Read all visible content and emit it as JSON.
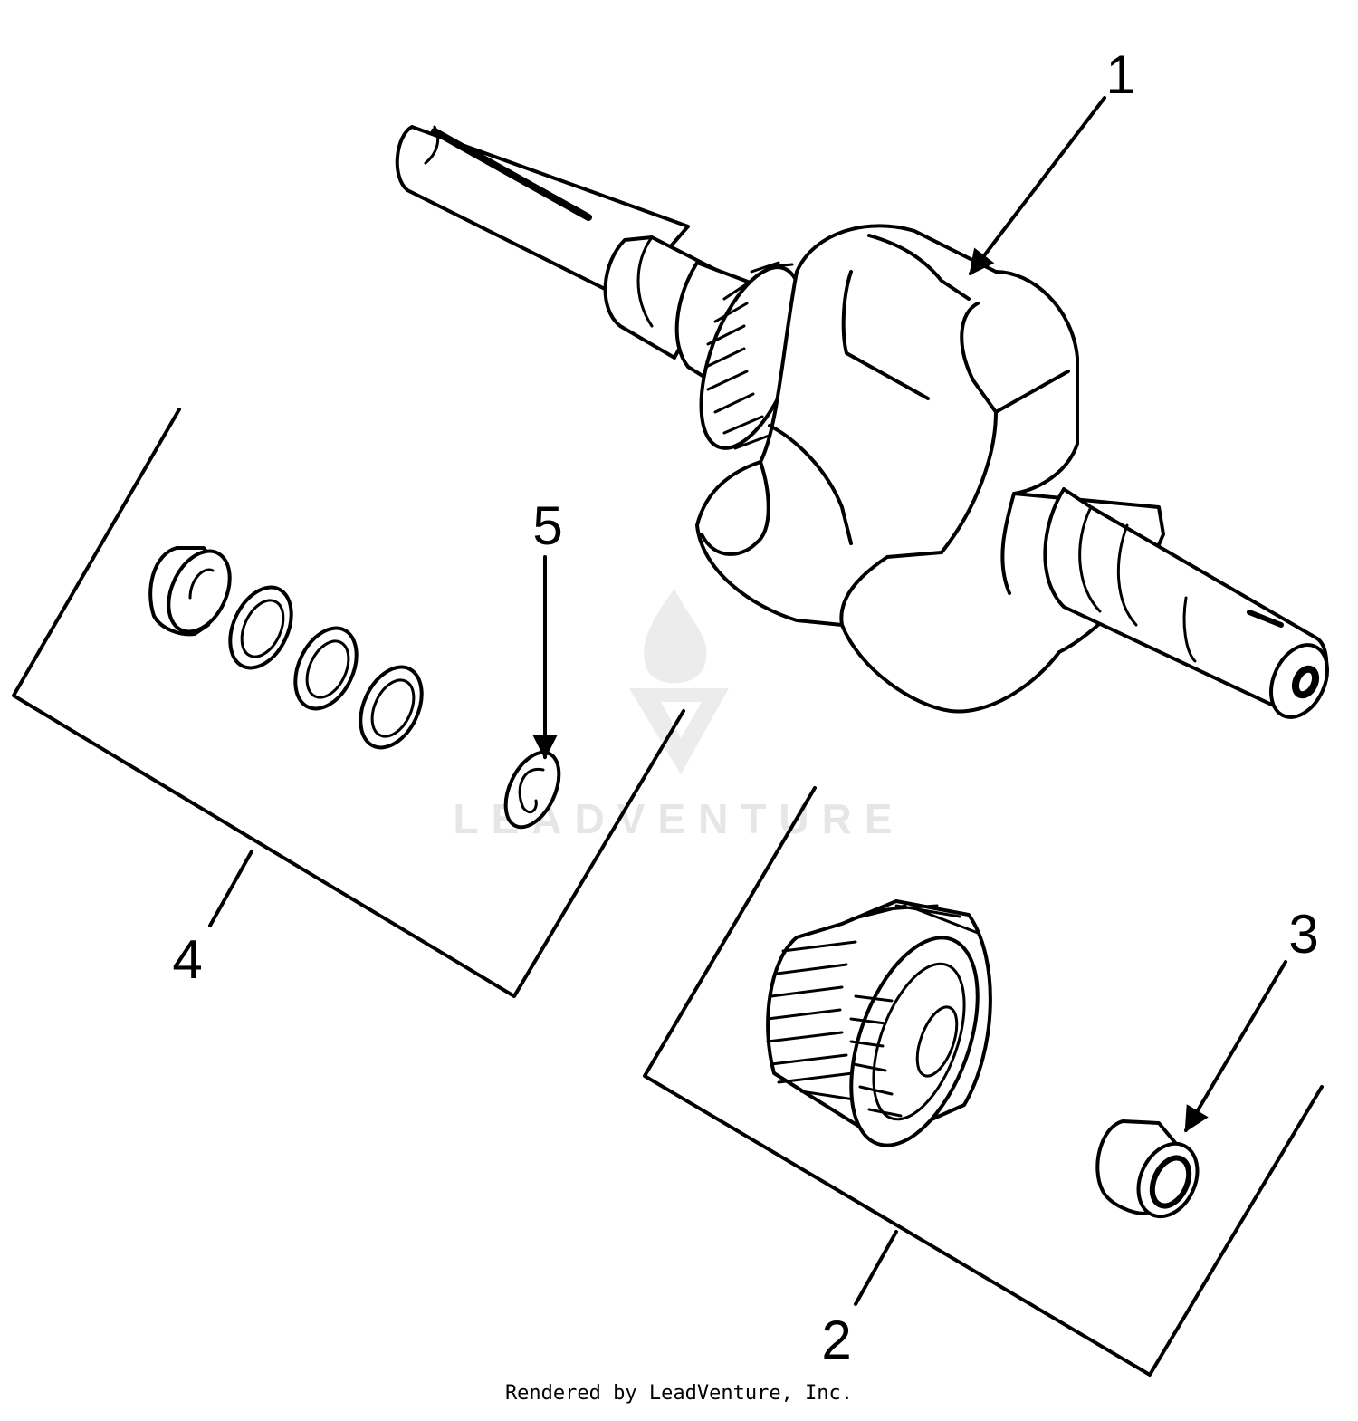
{
  "watermark": {
    "text": "LEADVENTURE",
    "color": "#e6e6e6"
  },
  "callouts": [
    {
      "id": "1",
      "label": "1"
    },
    {
      "id": "2",
      "label": "2"
    },
    {
      "id": "3",
      "label": "3"
    },
    {
      "id": "4",
      "label": "4"
    },
    {
      "id": "5",
      "label": "5"
    }
  ],
  "footer": {
    "credit": "Rendered by LeadVenture, Inc."
  }
}
